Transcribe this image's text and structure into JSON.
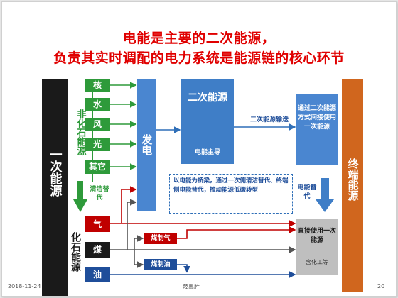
{
  "title": {
    "line1": "电能是主要的二次能源，",
    "line2": "负责其实时调配的电力系统是能源链的核心环节"
  },
  "primary_energy": {
    "label": "一次能源"
  },
  "non_fossil": {
    "label": "非化石能源",
    "items": [
      "核",
      "水",
      "风",
      "光",
      "其它"
    ]
  },
  "clean_replacement": {
    "label": "清洁替代"
  },
  "fossil": {
    "label": "化石能源",
    "items": [
      "气",
      "煤",
      "油"
    ]
  },
  "generation": {
    "label": "发电"
  },
  "secondary": {
    "title": "二次能源",
    "subtitle": "电能主导"
  },
  "transmission": {
    "label": "二次能源输送"
  },
  "end_use_indirect": {
    "text": "通过二次能源方式间接使用一次能源"
  },
  "electric_replacement": {
    "label": "电能替代"
  },
  "end_use_direct": {
    "text": "直接使用一次能源",
    "sub": "含化工等"
  },
  "terminal": {
    "label": "终端能源"
  },
  "note": {
    "text": "以电能为桥梁，通过一次侧清洁替代、终端侧电能替代，推动能源低碳转型"
  },
  "coal_to_gas": {
    "label": "煤制气"
  },
  "coal_to_oil": {
    "label": "煤制油"
  },
  "footer": {
    "date": "2018-11-24",
    "author": "薛禹胜",
    "page": "20"
  },
  "colors": {
    "title": "#e00000",
    "green": "#2e9a3a",
    "blue": "#3f7ec7",
    "dark_blue": "#1f4e9a",
    "orange": "#d0661e",
    "red": "#c00000",
    "black": "#1a1a1a"
  }
}
